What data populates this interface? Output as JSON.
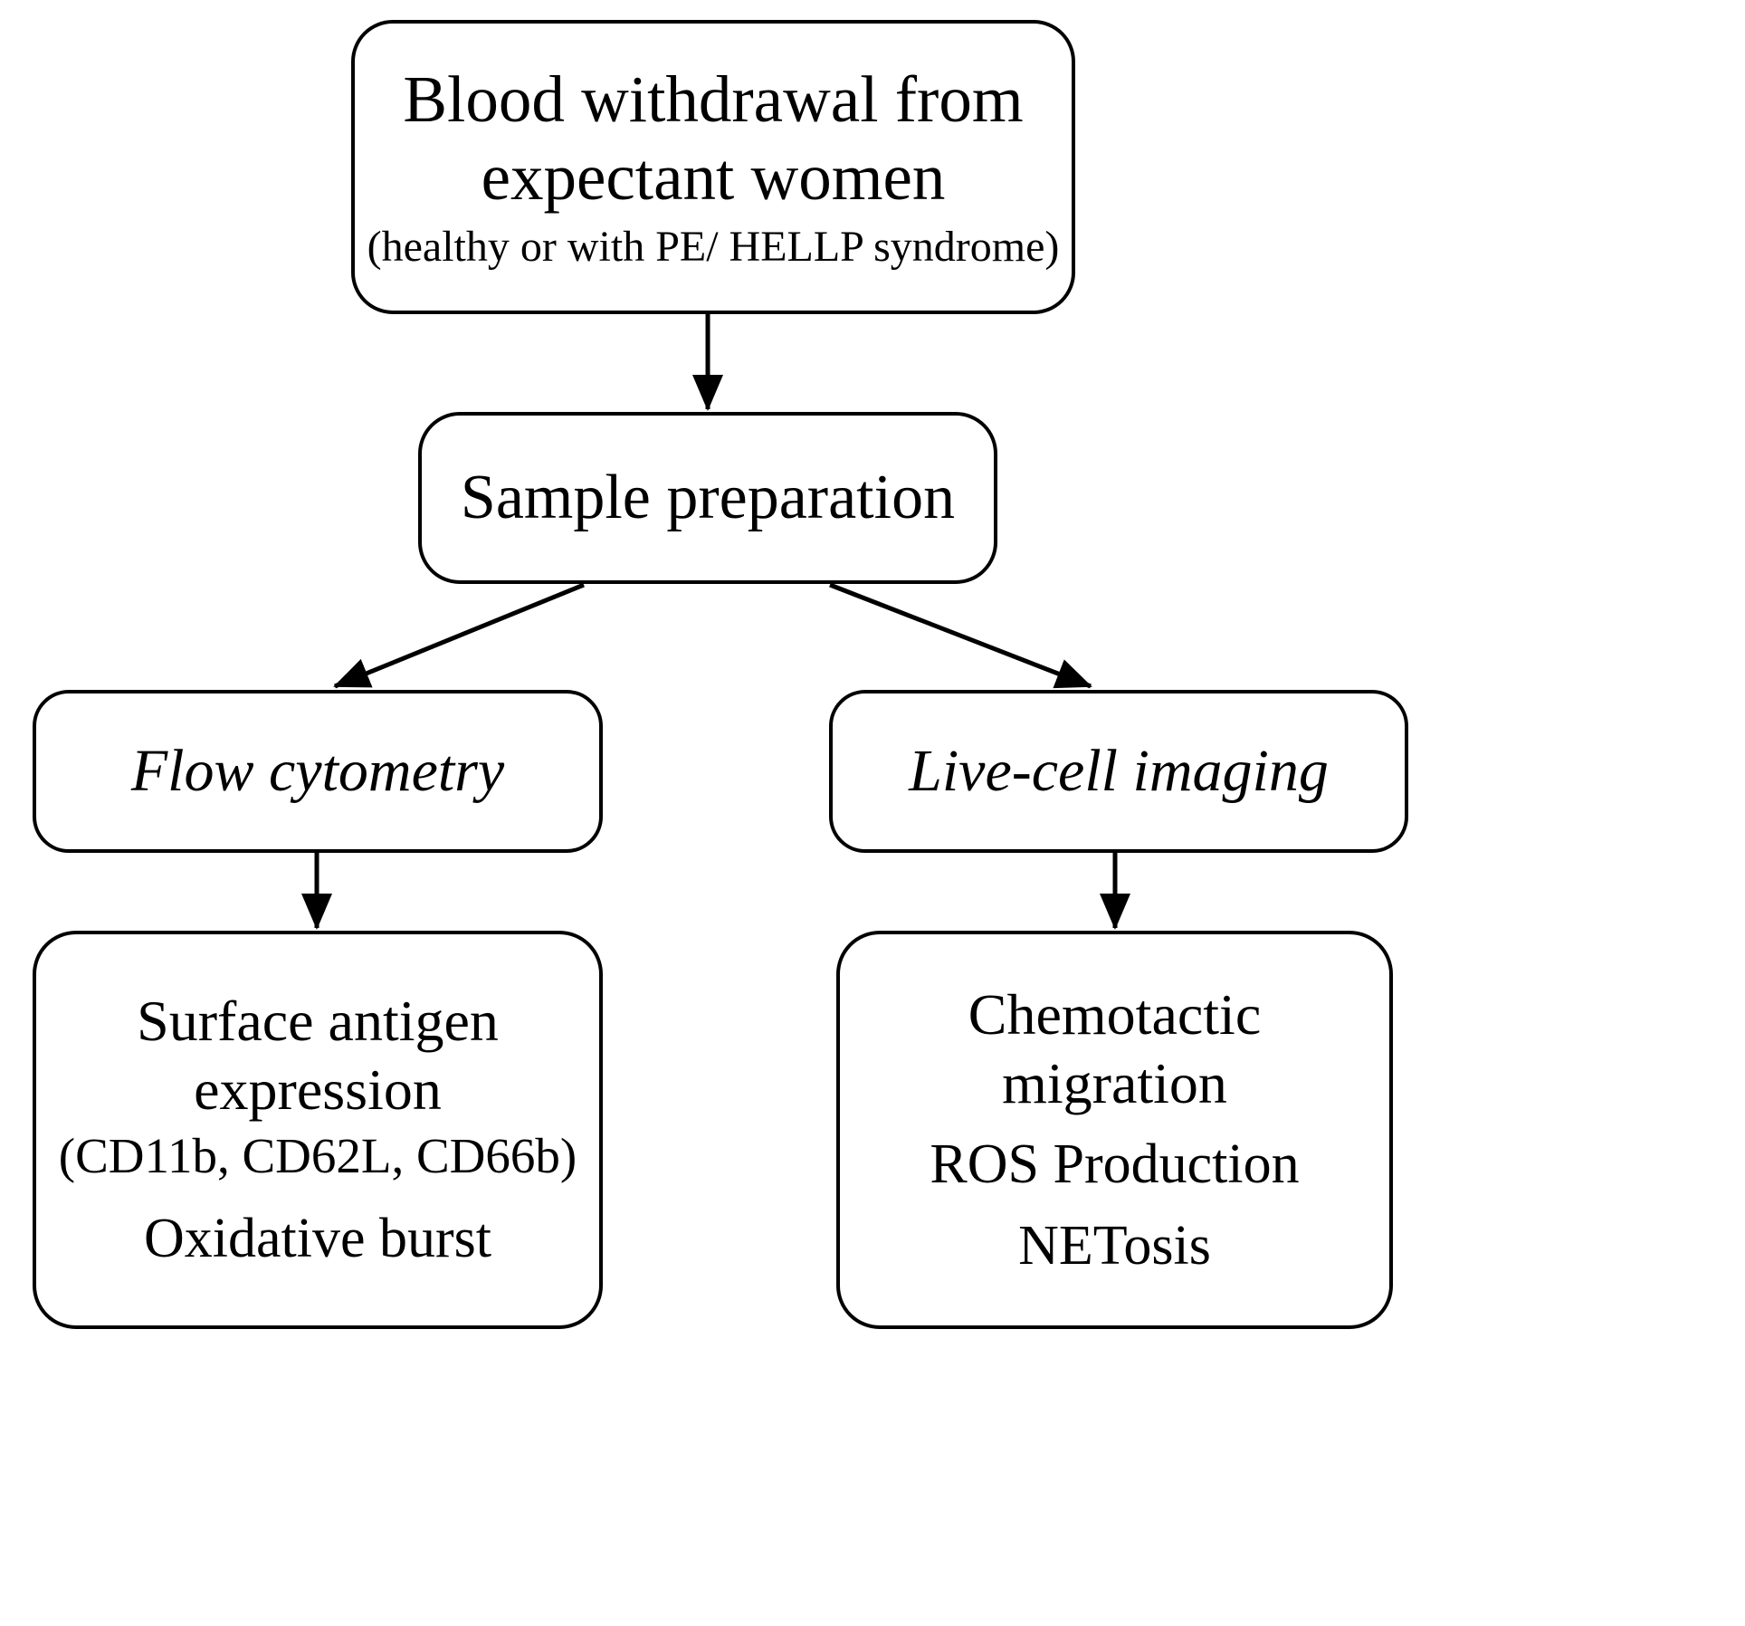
{
  "diagram": {
    "title": "Study workflow flowchart",
    "background_color": "#ffffff",
    "stroke_color": "#000000"
  },
  "nodes": {
    "blood_withdrawal": {
      "line1": "Blood withdrawal from",
      "line2": "expectant women",
      "line3": "(healthy or with PE/ HELLP syndrome)"
    },
    "sample_preparation": {
      "label": "Sample preparation"
    },
    "flow_cytometry": {
      "label": "Flow cytometry"
    },
    "live_cell_imaging": {
      "label": "Live-cell imaging"
    },
    "surface_antigen": {
      "line1": "Surface antigen",
      "line2": "expression",
      "line3": "(CD11b, CD62L, CD66b)",
      "line4": "Oxidative burst"
    },
    "live_cell_assays": {
      "line1": "Chemotactic",
      "line2": "migration",
      "line3": "ROS Production",
      "line4": "NETosis"
    }
  },
  "edges": [
    {
      "name": "blood-to-sample",
      "from": "blood_withdrawal",
      "to": "sample_preparation",
      "style": "straight-vertical-arrow"
    },
    {
      "name": "sample-to-flow",
      "from": "sample_preparation",
      "to": "flow_cytometry",
      "style": "diagonal-arrow-left"
    },
    {
      "name": "sample-to-imaging",
      "from": "sample_preparation",
      "to": "live_cell_imaging",
      "style": "diagonal-arrow-right"
    },
    {
      "name": "flow-to-surface",
      "from": "flow_cytometry",
      "to": "surface_antigen",
      "style": "straight-vertical-arrow"
    },
    {
      "name": "imaging-to-assays",
      "from": "live_cell_imaging",
      "to": "live_cell_assays",
      "style": "straight-vertical-arrow"
    }
  ]
}
